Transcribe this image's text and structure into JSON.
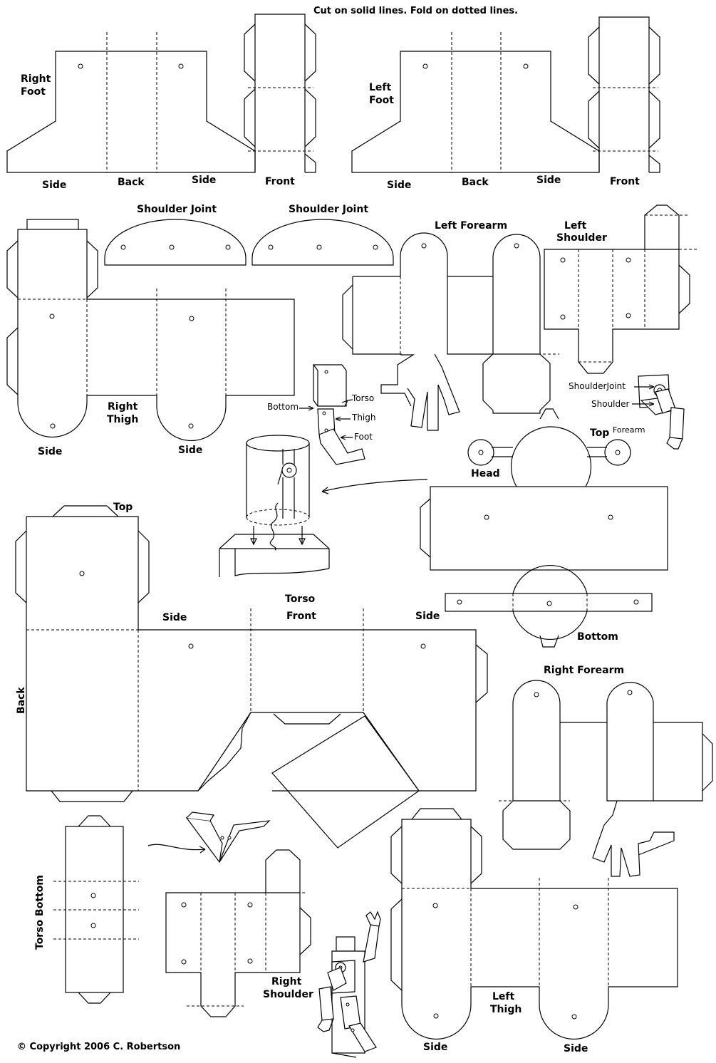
{
  "instructions": "Cut on solid lines.   Fold on dotted lines.",
  "copyright": "© Copyright 2006 C. Robertson",
  "right_foot": {
    "title_line1": "Right",
    "title_line2": "Foot",
    "side_a": "Side",
    "back": "Back",
    "side_b": "Side",
    "front": "Front"
  },
  "left_foot": {
    "title_line1": "Left",
    "title_line2": "Foot",
    "side_a": "Side",
    "back": "Back",
    "side_b": "Side",
    "front": "Front"
  },
  "shoulder_joint_1": "Shoulder Joint",
  "shoulder_joint_2": "Shoulder Joint",
  "left_forearm": "Left Forearm",
  "left_shoulder": {
    "line1": "Left",
    "line2": "Shoulder"
  },
  "right_thigh": {
    "line1": "Right",
    "line2": "Thigh",
    "side_a": "Side",
    "side_b": "Side"
  },
  "leg_diagram": {
    "torso": "Torso",
    "thigh": "Thigh",
    "foot": "Foot",
    "bottom": "Bottom"
  },
  "arm_diagram": {
    "shoulder_joint": "ShoulderJoint",
    "shoulder": "Shoulder",
    "forearm": "Forearm"
  },
  "head": {
    "top": "Top",
    "head": "Head",
    "bottom": "Bottom"
  },
  "torso": {
    "top": "Top",
    "title": "Torso",
    "front": "Front",
    "side_a": "Side",
    "side_b": "Side",
    "back": "Back"
  },
  "right_forearm": "Right Forearm",
  "torso_bottom": "Torso Bottom",
  "right_shoulder": {
    "line1": "Right",
    "line2": "Shoulder"
  },
  "left_thigh": {
    "line1": "Left",
    "line2": "Thigh",
    "side_a": "Side",
    "side_b": "Side"
  }
}
